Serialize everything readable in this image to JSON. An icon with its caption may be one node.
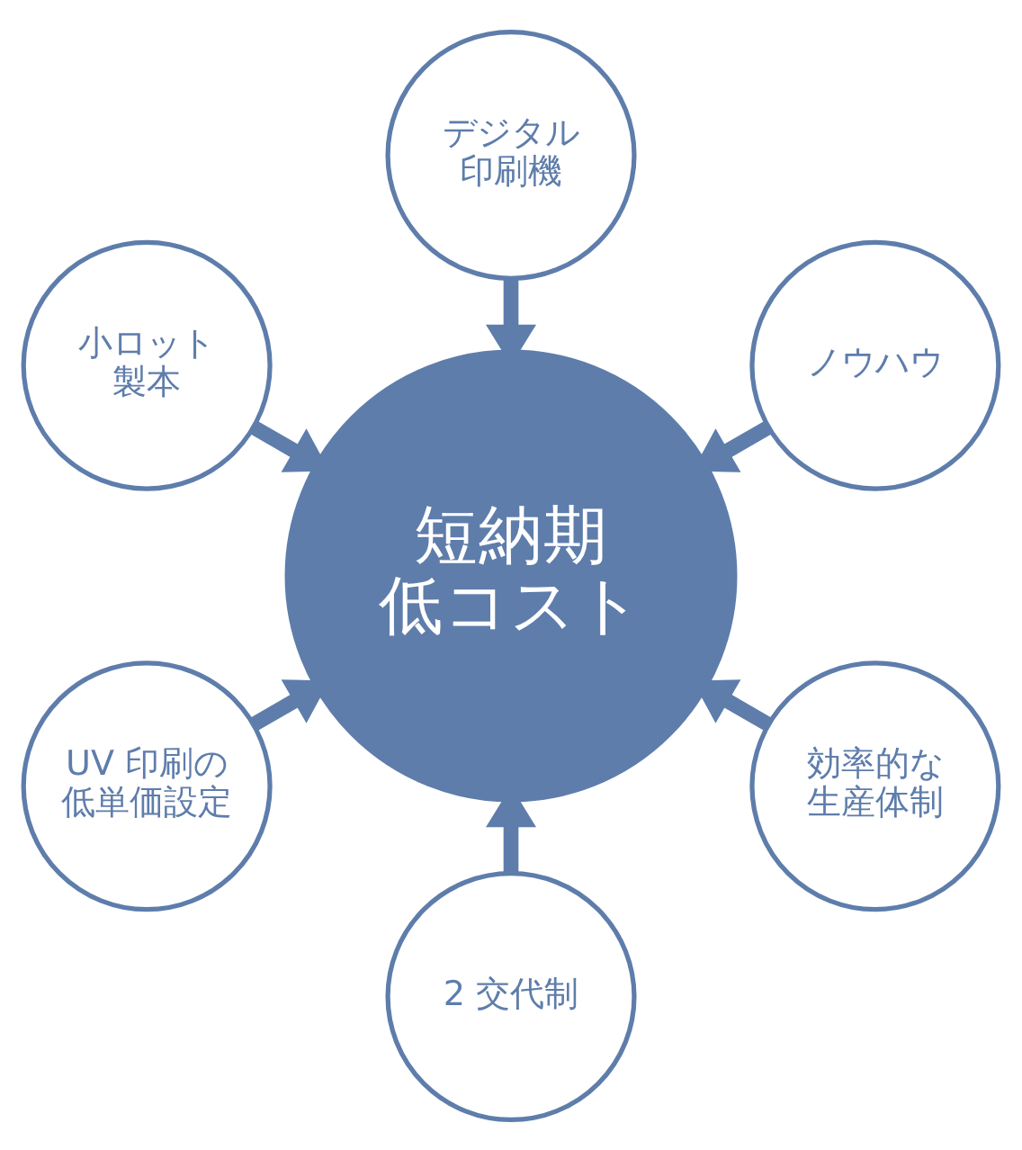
{
  "diagram": {
    "nodes": [
      {
        "text": [
          "デジタル印刷機"
        ]
      },
      {
        "text": [
          "小ロット製本"
        ]
      },
      {
        "text": [
          "ノウハウ"
        ]
      },
      {
        "text": [
          "短納期低コスト"
        ]
      },
      {
        "text": [
          "UV 印刷の低単価設定"
        ]
      },
      {
        "text": [
          "効率的な生産体制"
        ]
      },
      {
        "text": [
          "2 交代制"
        ]
      }
    ],
    "edges": [
      {
        "from": 0,
        "to": 3,
        "arrow": "to"
      },
      {
        "from": 2,
        "to": 3,
        "arrow": "to"
      },
      {
        "from": 5,
        "to": 3,
        "arrow": "to"
      },
      {
        "from": 6,
        "to": 3,
        "arrow": "to"
      },
      {
        "from": 4,
        "to": 3,
        "arrow": "to"
      },
      {
        "from": 1,
        "to": 3,
        "arrow": "to"
      }
    ]
  }
}
